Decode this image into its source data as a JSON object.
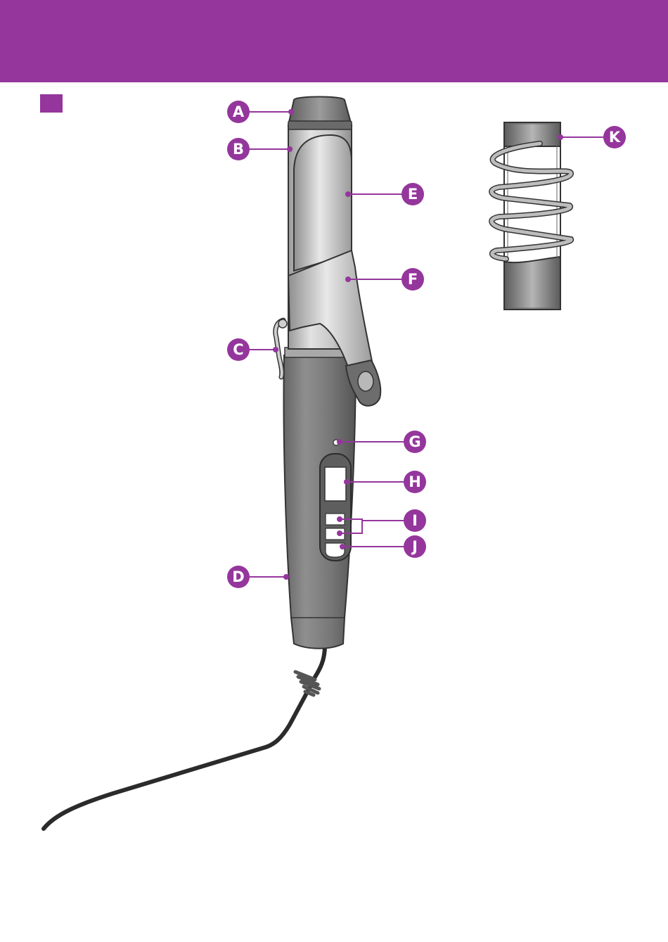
{
  "colors": {
    "accent": "#94369c",
    "handle": "#7c7c7c",
    "barrel": "#c4c4c4",
    "cord": "#2b2b2b"
  },
  "callouts": {
    "A": "A",
    "B": "B",
    "C": "C",
    "D": "D",
    "E": "E",
    "F": "F",
    "G": "G",
    "H": "H",
    "I": "I",
    "J": "J",
    "K": "K"
  }
}
